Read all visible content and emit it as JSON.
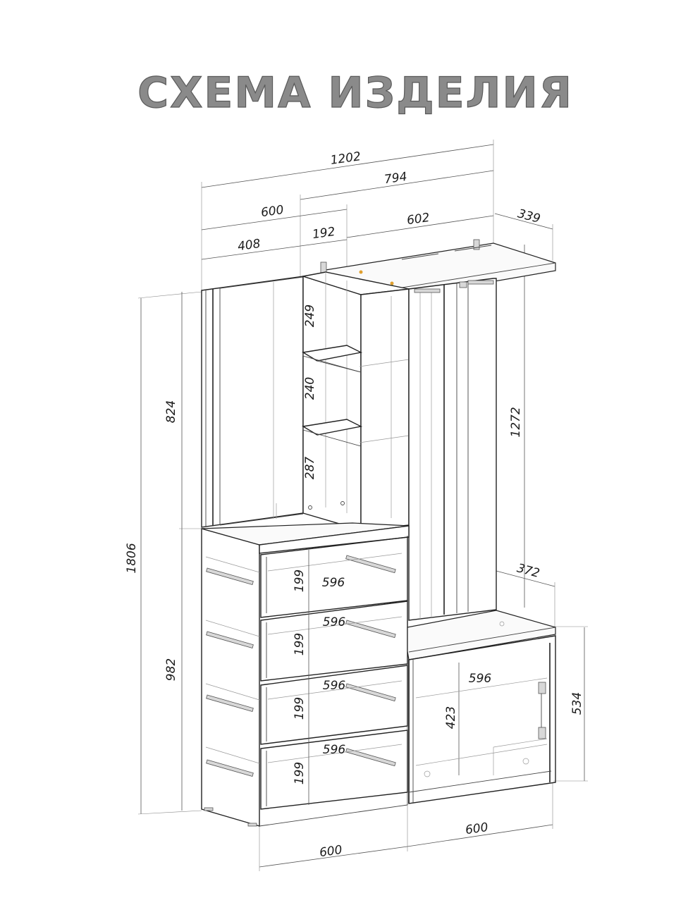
{
  "title": "СХЕМА ИЗДЕЛИЯ",
  "dimensions": {
    "overall_width": "1202",
    "upper_section_width": "794",
    "left_module_width": "600",
    "right_section_width": "602",
    "top_shelf_depth": "339",
    "mirror_width": "408",
    "shelf_unit_width": "192",
    "shelf_gap_top": "249",
    "shelf_gap_middle": "240",
    "shelf_gap_bottom": "287",
    "upper_height": "824",
    "overall_height": "1806",
    "lower_height": "982",
    "hanger_height": "1272",
    "bench_depth": "372",
    "bench_height": "534",
    "bench_inner_height": "423",
    "drawer_height_1": "199",
    "drawer_height_2": "199",
    "drawer_height_3": "199",
    "drawer_height_4": "199",
    "drawer_width_1": "596",
    "drawer_width_2": "596",
    "drawer_width_3": "596",
    "drawer_width_4": "596",
    "bench_cabinet_width": "596",
    "chest_bottom_width": "600",
    "bench_bottom_width": "600"
  }
}
